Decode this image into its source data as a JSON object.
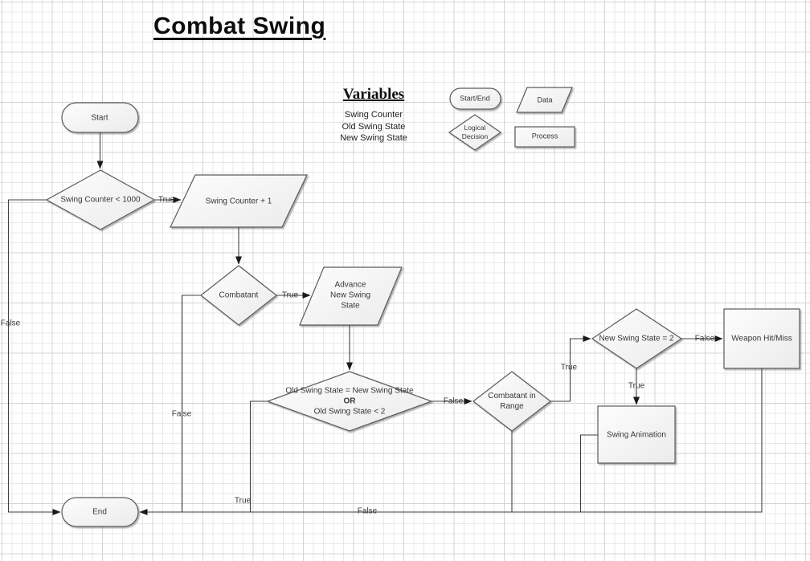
{
  "title": "Combat Swing",
  "variables": {
    "heading": "Variables",
    "items": [
      "Swing Counter",
      "Old Swing State",
      "New Swing State"
    ]
  },
  "legend": {
    "start_end": "Start/End",
    "data": "Data",
    "decision": "Logical Decision",
    "process": "Process"
  },
  "nodes": {
    "start": "Start",
    "swing_counter_check": "Swing Counter < 1000",
    "swing_counter_inc": "Swing Counter + 1",
    "combatant": "Combatant",
    "advance": [
      "Advance",
      "New Swing",
      "State"
    ],
    "old_swing_check": [
      "Old Swing State = New Swing State",
      "OR",
      "Old Swing State < 2"
    ],
    "combatant_in_range": "Combatant in Range",
    "new_swing_state_check": "New Swing State = 2",
    "weapon_hit_miss": "Weapon Hit/Miss",
    "swing_animation": "Swing Animation",
    "end": "End"
  },
  "edge_labels": {
    "counter_true": "True",
    "counter_false": "False",
    "combatant_true": "True",
    "combatant_false": "False",
    "old_swing_false": "False",
    "old_swing_true": "True",
    "in_range_true": "True",
    "in_range_false": "False",
    "state2_false": "False",
    "state2_true": "True"
  },
  "colors": {
    "ink": "#3f3f3f",
    "shape_stroke": "#5a5a5a",
    "grid_minor": "#e8e8e8",
    "grid_major": "#d4d4d4"
  }
}
